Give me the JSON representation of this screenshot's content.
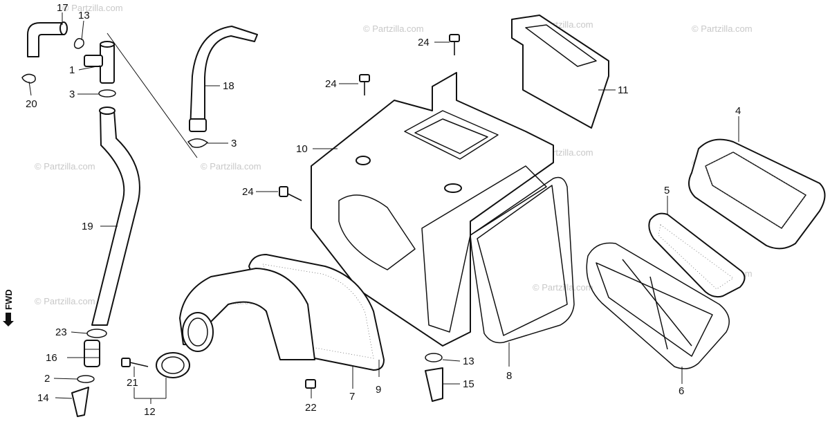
{
  "watermark": "© Partzilla.com",
  "direction": "FWD",
  "callouts": {
    "c1": "1",
    "c2": "2",
    "c3a": "3",
    "c3b": "3",
    "c4": "4",
    "c5": "5",
    "c6": "6",
    "c7": "7",
    "c8": "8",
    "c9": "9",
    "c10": "10",
    "c11": "11",
    "c12": "12",
    "c13a": "13",
    "c13b": "13",
    "c14": "14",
    "c15": "15",
    "c16": "16",
    "c17": "17",
    "c18": "18",
    "c19": "19",
    "c20": "20",
    "c21": "21",
    "c22": "22",
    "c23": "23",
    "c24a": "24",
    "c24b": "24",
    "c24c": "24"
  },
  "colors": {
    "ink": "#111111",
    "watermark": "#c8c8c8",
    "background": "#ffffff"
  }
}
